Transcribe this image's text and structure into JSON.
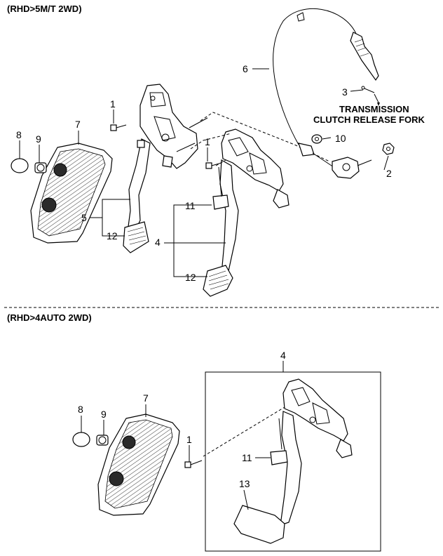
{
  "sections": [
    {
      "title": "(RHD>5M/T 2WD)"
    },
    {
      "title": "(RHD>4AUTO 2WD)"
    }
  ],
  "note": {
    "line1": "TRANSMISSION",
    "line2": "CLUTCH RELEASE FORK"
  },
  "callouts": {
    "top": {
      "c1a": "1",
      "c1b": "1",
      "c2": "2",
      "c3": "3",
      "c4": "4",
      "c5": "5",
      "c6": "6",
      "c7": "7",
      "c8": "8",
      "c9": "9",
      "c10": "10",
      "c11": "11",
      "c12a": "12",
      "c12b": "12"
    },
    "bottom": {
      "c1": "1",
      "c4": "4",
      "c7": "7",
      "c8": "8",
      "c9": "9",
      "c11": "11",
      "c13": "13"
    }
  }
}
